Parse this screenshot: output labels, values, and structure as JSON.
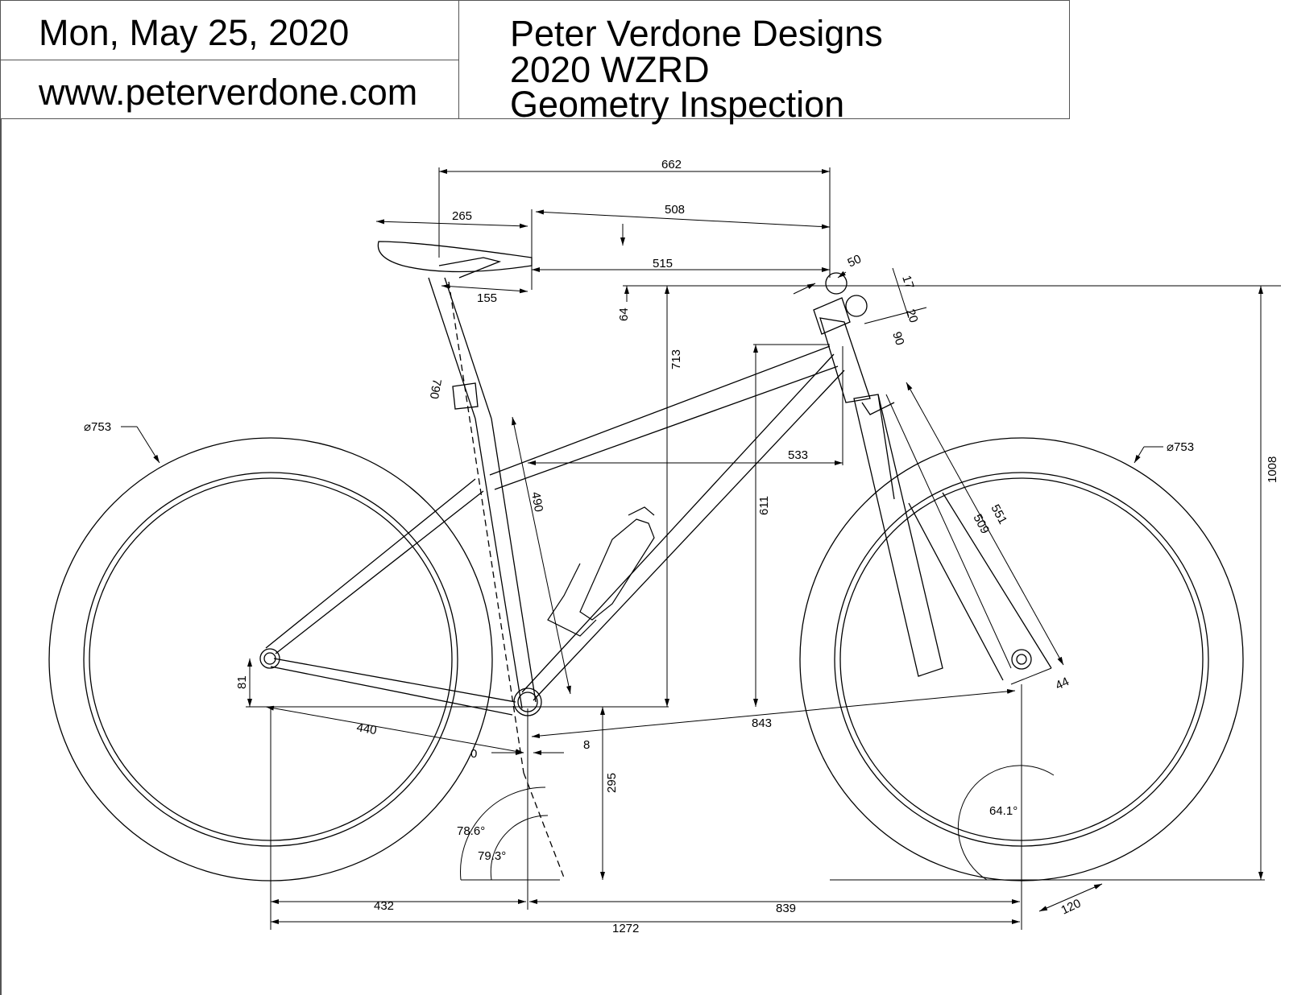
{
  "titleblock": {
    "date": "Mon, May 25, 2020",
    "website": "www.peterverdone.com",
    "company": "Peter Verdone Designs",
    "model": "2020 WZRD",
    "document": "Geometry Inspection"
  },
  "dimensions": {
    "d662": "662",
    "d508": "508",
    "d265": "265",
    "d515": "515",
    "d50": "50",
    "d17": "17",
    "d20": "20",
    "d90": "90",
    "d155": "155",
    "d64": "64",
    "d713": "713",
    "d790": "790",
    "d753_rear": "⌀753",
    "d753_front": "⌀753",
    "d533": "533",
    "d490": "490",
    "d611": "611",
    "d551": "551",
    "d509": "509",
    "d1008": "1008",
    "d81": "81",
    "d440": "440",
    "d843": "843",
    "d44": "44",
    "d0": "0",
    "d8": "8",
    "d295": "295",
    "a786": "78.6°",
    "a793": "79.3°",
    "a641": "64.1°",
    "d432": "432",
    "d839": "839",
    "d120": "120",
    "d1272": "1272"
  },
  "colors": {
    "line": "#000000",
    "border": "#555555"
  }
}
